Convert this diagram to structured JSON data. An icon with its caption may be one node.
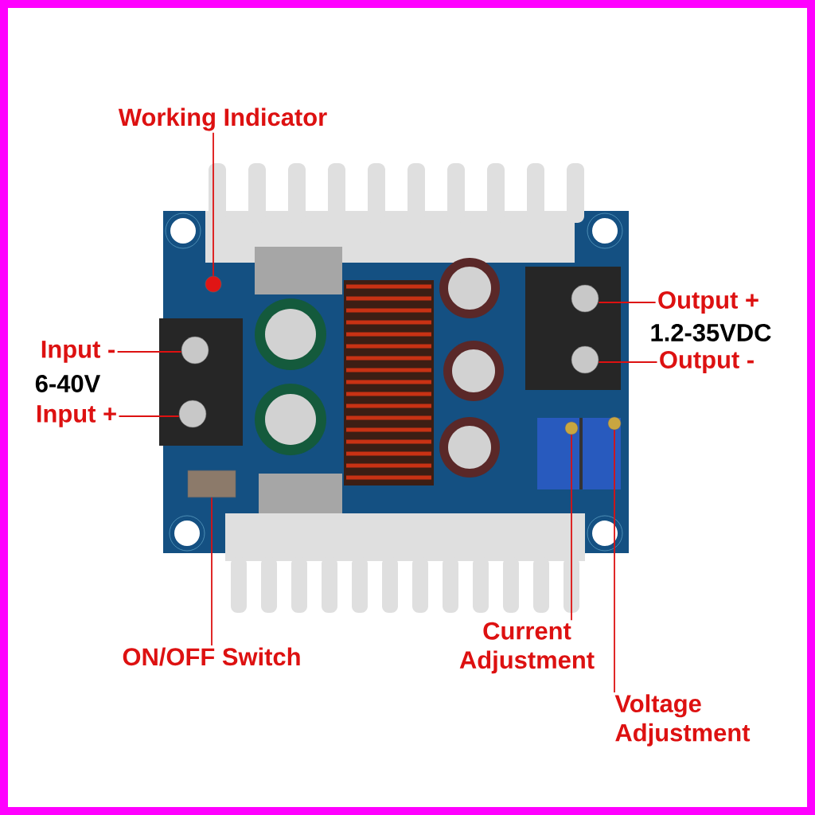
{
  "diagram": {
    "nodes": [
      {
        "text": [
          "Working Indicator"
        ]
      },
      {
        "text": [
          "Input -"
        ]
      },
      {
        "text": [
          "Input +"
        ]
      },
      {
        "text": [
          "ON/OFF Switch"
        ]
      },
      {
        "text": [
          "Output +"
        ]
      },
      {
        "text": [
          "Output -"
        ]
      },
      {
        "text": [
          "Current Adjustment"
        ]
      },
      {
        "text": [
          "Voltage Adjustment"
        ]
      },
      {
        "text": [],
        "shape": "circle"
      },
      {
        "text": [],
        "shape": "circle"
      },
      {
        "text": [],
        "shape": "circle"
      },
      {
        "text": [],
        "shape": "circle"
      },
      {
        "text": [],
        "shape": "circle"
      },
      {
        "text": [],
        "shape": "box"
      },
      {
        "text": [],
        "shape": "circle"
      },
      {
        "text": [],
        "shape": "circle"
      }
    ],
    "edges": [
      {
        "from": 0,
        "to": 8,
        "arrow": "none"
      },
      {
        "from": 1,
        "to": 9,
        "arrow": "none"
      },
      {
        "from": 2,
        "to": 10,
        "arrow": "none"
      },
      {
        "from": 4,
        "to": 11,
        "arrow": "none"
      },
      {
        "from": 5,
        "to": 12,
        "arrow": "none"
      },
      {
        "from": 3,
        "to": 13,
        "arrow": "none"
      },
      {
        "from": 6,
        "to": 14,
        "arrow": "none"
      },
      {
        "from": 7,
        "to": 15,
        "arrow": "none"
      }
    ],
    "labels": [
      "6-40V",
      "1.2-35VDC"
    ]
  }
}
